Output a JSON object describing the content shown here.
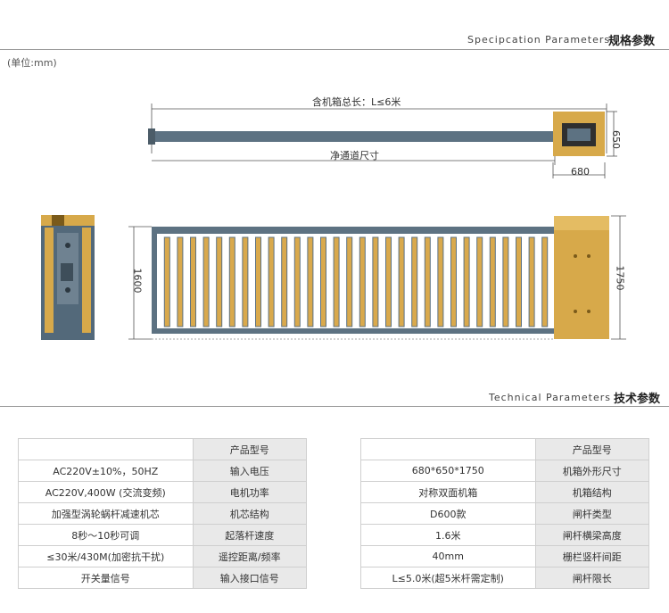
{
  "spec_section": {
    "title": "规格参数",
    "subtitle": "Specipcation Parameters",
    "unit_note": "(单位:mm)"
  },
  "diagram": {
    "total_length": "含机箱总长：L≤6米",
    "clear_width": "净通道尺寸",
    "cabinet_width": "680",
    "cabinet_depth": "650",
    "cabinet_height": "1750",
    "gate_height": "1600"
  },
  "tech_section": {
    "title": "技术参数",
    "subtitle": "Technical Parameters"
  },
  "left_table": [
    {
      "key": "产品型号",
      "value": ""
    },
    {
      "key": "输入电压",
      "value": "AC220V±10%，50HZ"
    },
    {
      "key": "电机功率",
      "value": "AC220V,400W (交流变频)"
    },
    {
      "key": "机芯结构",
      "value": "加强型涡轮蜗杆减速机芯"
    },
    {
      "key": "起落杆速度",
      "value": "8秒～10秒可调"
    },
    {
      "key": "遥控距离/频率",
      "value": "≤30米/430M(加密抗干扰)"
    },
    {
      "key": "输入接口信号",
      "value": "开关量信号"
    }
  ],
  "right_table": [
    {
      "key": "产品型号",
      "value": ""
    },
    {
      "key": "机箱外形尺寸",
      "value": "680*650*1750"
    },
    {
      "key": "机箱结构",
      "value": "对称双面机箱"
    },
    {
      "key": "闸杆类型",
      "value": "D600款"
    },
    {
      "key": "闸杆横梁高度",
      "value": "1.6米"
    },
    {
      "key": "栅栏竖杆间距",
      "value": "40mm"
    },
    {
      "key": "闸杆限长",
      "value": "L≤5.0米(超5米杆需定制)"
    }
  ],
  "colors": {
    "cabinet_gold": "#d7a94a",
    "beam_slate": "#5d7282",
    "bar_gold": "#d9a94c",
    "header_gray": "#e9e9e9"
  }
}
